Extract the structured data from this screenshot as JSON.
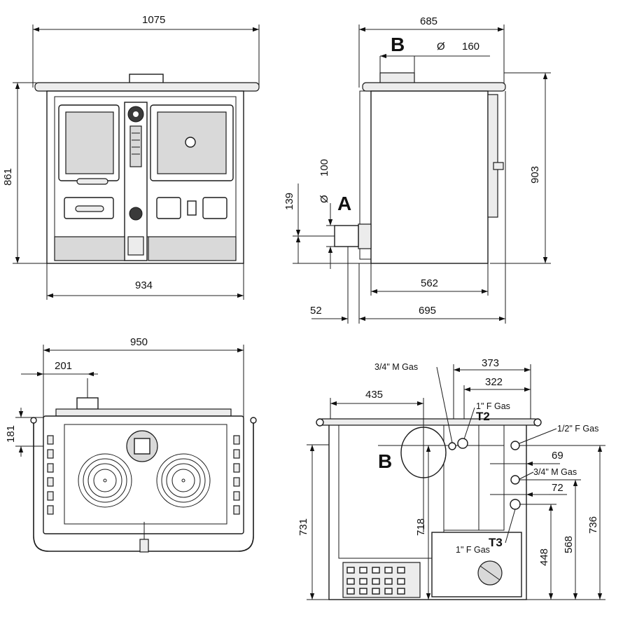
{
  "views": {
    "front": {
      "dims": {
        "width_top": "1075",
        "height_total": "861",
        "width_body": "934"
      }
    },
    "side": {
      "dims": {
        "depth_top": "685",
        "flue_diameter": "160",
        "height_total": "903",
        "inlet_height": "139",
        "inlet_diameter": "100",
        "depth_body": "562",
        "inlet_offset": "52",
        "depth_total": "695"
      },
      "labels": {
        "flue": "B",
        "inlet": "A"
      }
    },
    "top": {
      "dims": {
        "width": "950",
        "flue_offset_x": "201",
        "flue_offset_y": "181"
      }
    },
    "rear": {
      "dims": {
        "flue_offset": "435",
        "conn1_offset": "373",
        "conn2_offset": "322",
        "conn3_offset": "69",
        "conn4_offset": "72",
        "height_731": "731",
        "height_718": "718",
        "height_448": "448",
        "height_568": "568",
        "height_736": "736"
      },
      "labels": {
        "flue": "B",
        "t2": "T2",
        "t3": "T3",
        "gas_34m_top": "3/4\" M Gas",
        "gas_1f_top": "1\" F Gas",
        "gas_12f": "1/2\" F Gas",
        "gas_34m_mid": "3/4\" M Gas",
        "gas_1f_bottom": "1\" F Gas"
      }
    }
  },
  "diameter_symbol": "Ø"
}
